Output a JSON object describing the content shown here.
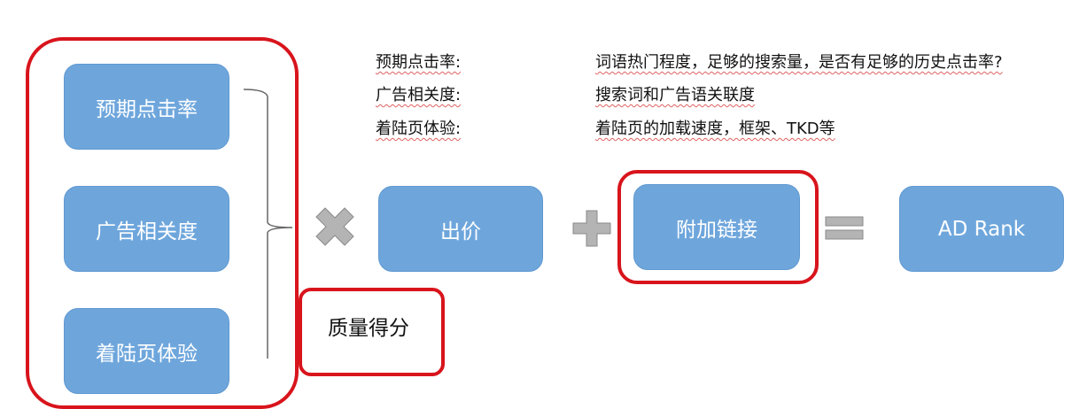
{
  "factors": [
    {
      "label": "预期点击率"
    },
    {
      "label": "广告相关度"
    },
    {
      "label": "着陆页体验"
    }
  ],
  "quality_score_label": "质量得分",
  "bid_label": "出价",
  "ad_extensions_label": "附加链接",
  "result_label": "AD Rank",
  "operators": {
    "multiply": "multiply-icon",
    "plus": "plus-icon",
    "equals": "equals-icon"
  },
  "notes": [
    {
      "term": "预期点击率:",
      "desc": "词语热门程度，足够的搜索量，是否有足够的历史点击率?"
    },
    {
      "term": "广告相关度:",
      "desc": "搜索词和广告语关联度"
    },
    {
      "term": "着陆页体验:",
      "desc": "着陆页的加载速度，框架、TKD等"
    }
  ],
  "colors": {
    "box": "#6ea6dc",
    "highlight": "#d8141c",
    "operator": "#b4b4b4"
  }
}
